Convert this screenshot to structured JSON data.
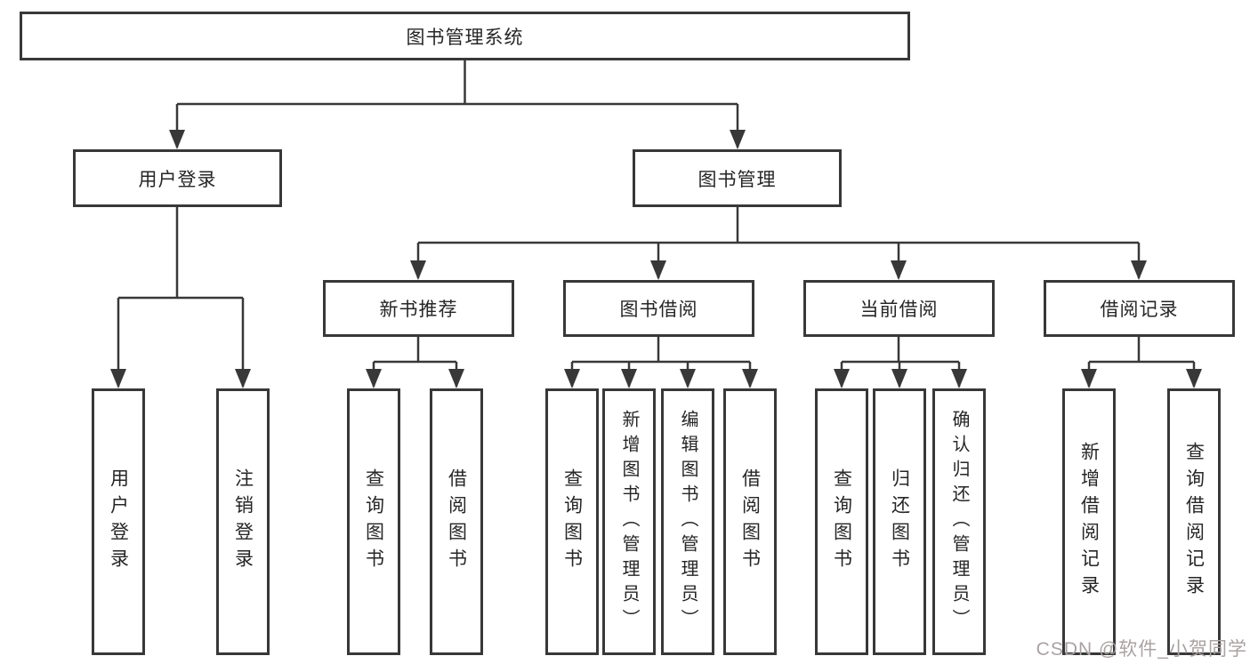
{
  "colors": {
    "background": "#ffffff",
    "line": "#383838",
    "text": "#262626",
    "watermark": "#a9a2a2"
  },
  "watermark": {
    "text": "CSDN @软件_小贺同学"
  },
  "diagram": {
    "type": "hierarchy-tree",
    "tree": {
      "label": "图书管理系统",
      "children": [
        {
          "label": "用户登录",
          "children": [
            {
              "label": "用户登录"
            },
            {
              "label": "注销登录"
            }
          ]
        },
        {
          "label": "图书管理",
          "children": [
            {
              "label": "新书推荐",
              "children": [
                {
                  "label": "查询图书"
                },
                {
                  "label": "借阅图书"
                }
              ]
            },
            {
              "label": "图书借阅",
              "children": [
                {
                  "label": "查询图书"
                },
                {
                  "label": "新增图书（管理员）"
                },
                {
                  "label": "编辑图书（管理员）"
                },
                {
                  "label": "借阅图书"
                }
              ]
            },
            {
              "label": "当前借阅",
              "children": [
                {
                  "label": "查询图书"
                },
                {
                  "label": "归还图书"
                },
                {
                  "label": "确认归还（管理员）"
                }
              ]
            },
            {
              "label": "借阅记录",
              "children": [
                {
                  "label": "新增借阅记录"
                },
                {
                  "label": "查询借阅记录"
                }
              ]
            }
          ]
        }
      ]
    }
  }
}
